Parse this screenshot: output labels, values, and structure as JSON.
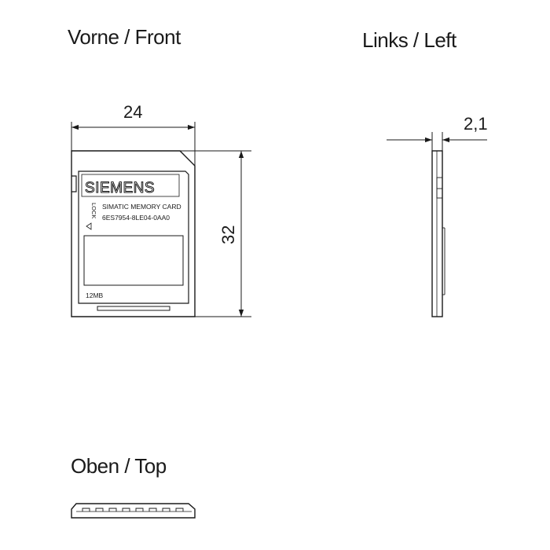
{
  "views": {
    "front_title": "Vorne / Front",
    "left_title": "Links / Left",
    "top_title": "Oben / Top"
  },
  "dimensions": {
    "width": "24",
    "height": "32",
    "thickness": "2,1"
  },
  "card": {
    "brand": "SIEMENS",
    "product": "SIMATIC MEMORY CARD",
    "part_number": "6ES7954-8LE04-0AA0",
    "lock": "LOCK",
    "capacity": "12MB"
  },
  "colors": {
    "line": "#1a1a1a",
    "background": "#ffffff"
  }
}
